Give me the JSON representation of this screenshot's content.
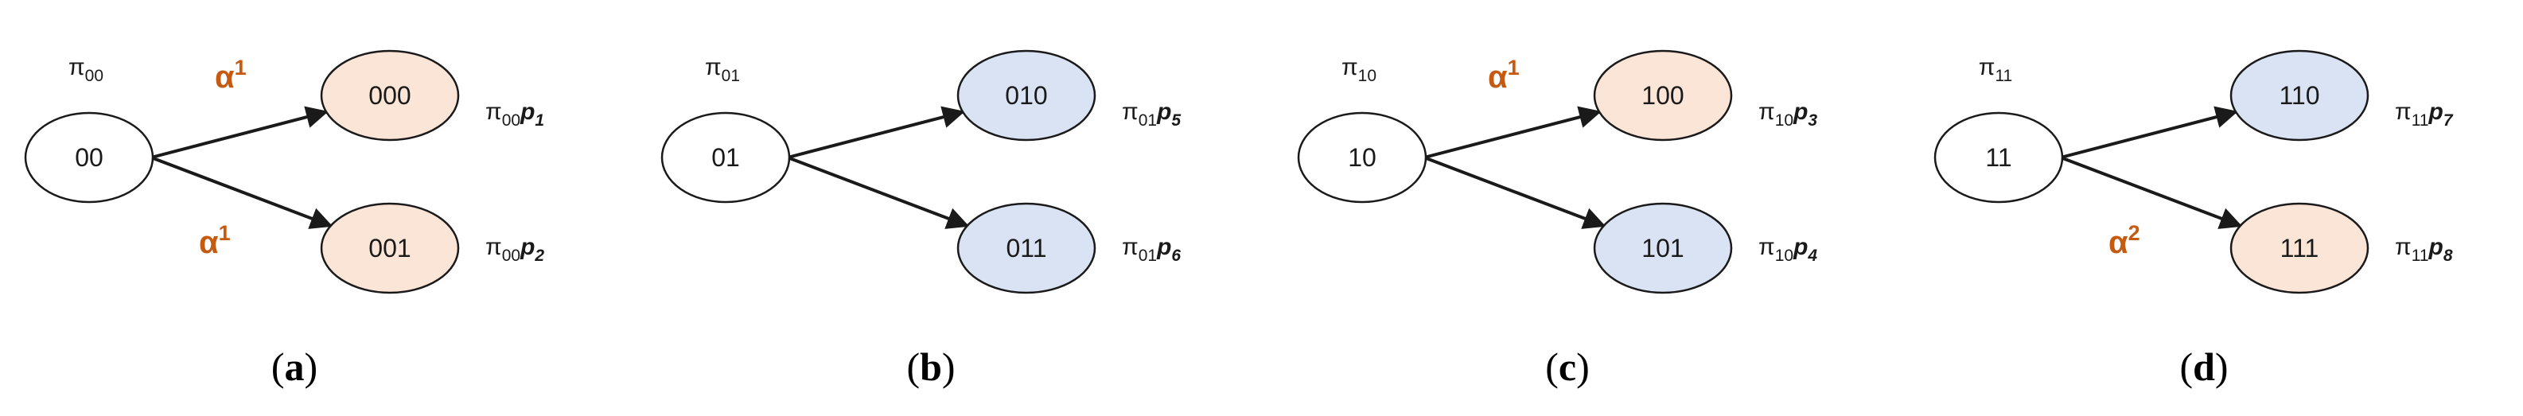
{
  "colors": {
    "root_fill": "#ffffff",
    "orange_fill": "#fbe5d6",
    "blue_fill": "#dae3f3",
    "stroke": "#1a1a1a",
    "alpha": "#c55a11"
  },
  "panels": [
    {
      "root": "00",
      "root_pi": {
        "base": "π",
        "sub": "00"
      },
      "caption": "a",
      "children": [
        {
          "label": "000",
          "fill": "orange",
          "prob": {
            "pi_sub": "00",
            "p": "p",
            "p_sub": "1"
          },
          "alpha": {
            "base": "α",
            "sup": "1"
          }
        },
        {
          "label": "001",
          "fill": "orange",
          "prob": {
            "pi_sub": "00",
            "p": "p",
            "p_sub": "2"
          },
          "alpha": {
            "base": "α",
            "sup": "1"
          }
        }
      ]
    },
    {
      "root": "01",
      "root_pi": {
        "base": "π",
        "sub": "01"
      },
      "caption": "b",
      "children": [
        {
          "label": "010",
          "fill": "blue",
          "prob": {
            "pi_sub": "01",
            "p": "p",
            "p_sub": "5"
          },
          "alpha": null
        },
        {
          "label": "011",
          "fill": "blue",
          "prob": {
            "pi_sub": "01",
            "p": "p",
            "p_sub": "6"
          },
          "alpha": null
        }
      ]
    },
    {
      "root": "10",
      "root_pi": {
        "base": "π",
        "sub": "10"
      },
      "caption": "c",
      "children": [
        {
          "label": "100",
          "fill": "orange",
          "prob": {
            "pi_sub": "10",
            "p": "p",
            "p_sub": "3"
          },
          "alpha": {
            "base": "α",
            "sup": "1"
          }
        },
        {
          "label": "101",
          "fill": "blue",
          "prob": {
            "pi_sub": "10",
            "p": "p",
            "p_sub": "4"
          },
          "alpha": null
        }
      ]
    },
    {
      "root": "11",
      "root_pi": {
        "base": "π",
        "sub": "11"
      },
      "caption": "d",
      "children": [
        {
          "label": "110",
          "fill": "blue",
          "prob": {
            "pi_sub": "11",
            "p": "p",
            "p_sub": "7"
          },
          "alpha": null
        },
        {
          "label": "111",
          "fill": "orange",
          "prob": {
            "pi_sub": "11",
            "p": "p",
            "p_sub": "8"
          },
          "alpha": {
            "base": "α",
            "sup": "2"
          }
        }
      ]
    }
  ]
}
